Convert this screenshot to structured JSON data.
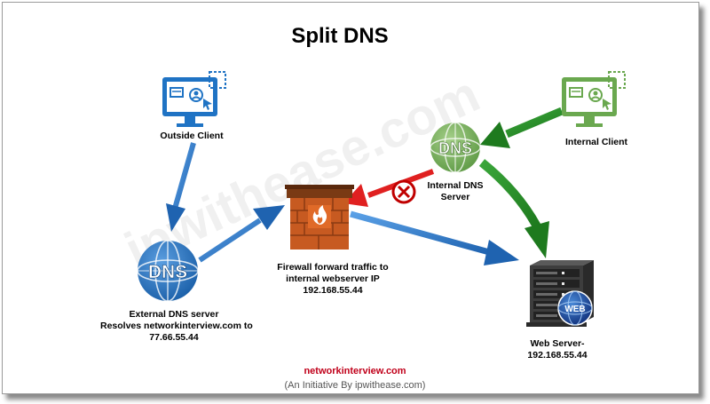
{
  "title": "Split DNS",
  "watermark": "ipwithease.com",
  "nodes": {
    "outside_client": {
      "label": "Outside Client",
      "icon": "computer-icon",
      "color": "#1f73c4"
    },
    "internal_client": {
      "label": "Internal Client",
      "icon": "computer-icon",
      "color": "#6aa84f"
    },
    "external_dns": {
      "icon_text": "DNS",
      "lines": [
        "External DNS server",
        "Resolves networkinterview.com  to",
        "77.66.55.44"
      ],
      "color": "#1f73c4"
    },
    "internal_dns": {
      "icon_text": "DNS",
      "lines": [
        "Internal DNS",
        "Server"
      ],
      "color": "#6aa84f"
    },
    "firewall": {
      "icon": "firewall-icon",
      "lines": [
        "Firewall forward traffic to",
        "internal webserver IP",
        "192.168.55.44"
      ]
    },
    "web_server": {
      "icon": "server-icon",
      "badge": "WEB",
      "lines": [
        "Web Server-",
        "192.168.55.44"
      ]
    }
  },
  "colors": {
    "blue_arrow": "#1f73c4",
    "green_arrow": "#2e8b2e",
    "red_arrow": "#e02020"
  },
  "footer": {
    "site": "networkinterview.com",
    "tagline": "(An Initiative By ipwithease.com)"
  }
}
